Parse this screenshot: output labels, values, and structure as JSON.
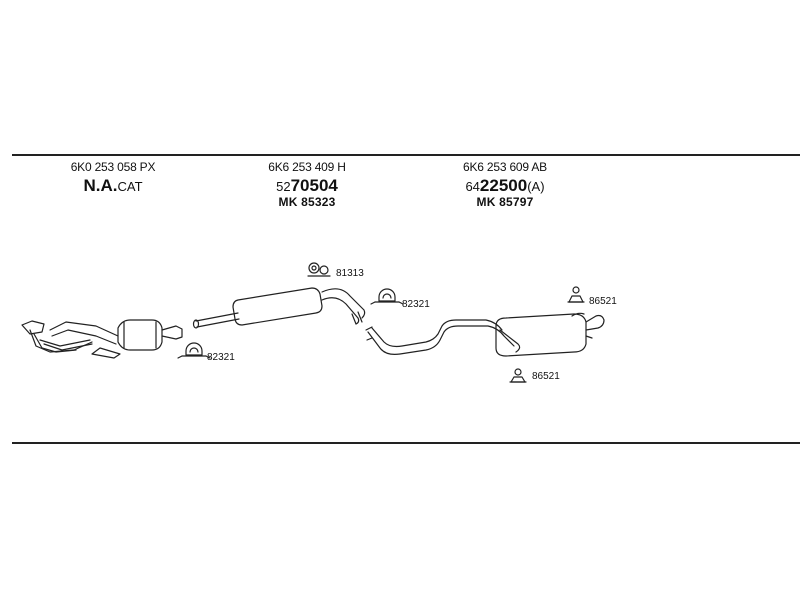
{
  "column_1": {
    "part_number": "6K0 253 058 PX",
    "code_main": "N.A.",
    "code_suffix": "CAT"
  },
  "column_2": {
    "part_number": "6K6 253 409 H",
    "code_prefix": "52",
    "code_main": "70504",
    "mk_prefix": "MK",
    "mk_value": "85323"
  },
  "column_3": {
    "part_number": "6K6 253 609 AB",
    "code_prefix": "64",
    "code_main": "22500",
    "code_suffix": "(A)",
    "mk_prefix": "MK",
    "mk_value": "85797"
  },
  "callouts": {
    "front_clamp": "82321",
    "hanger_ring": "81313",
    "middle_clamp": "82321",
    "rear_mount_top": "86521",
    "rear_mount_bottom": "86521"
  }
}
